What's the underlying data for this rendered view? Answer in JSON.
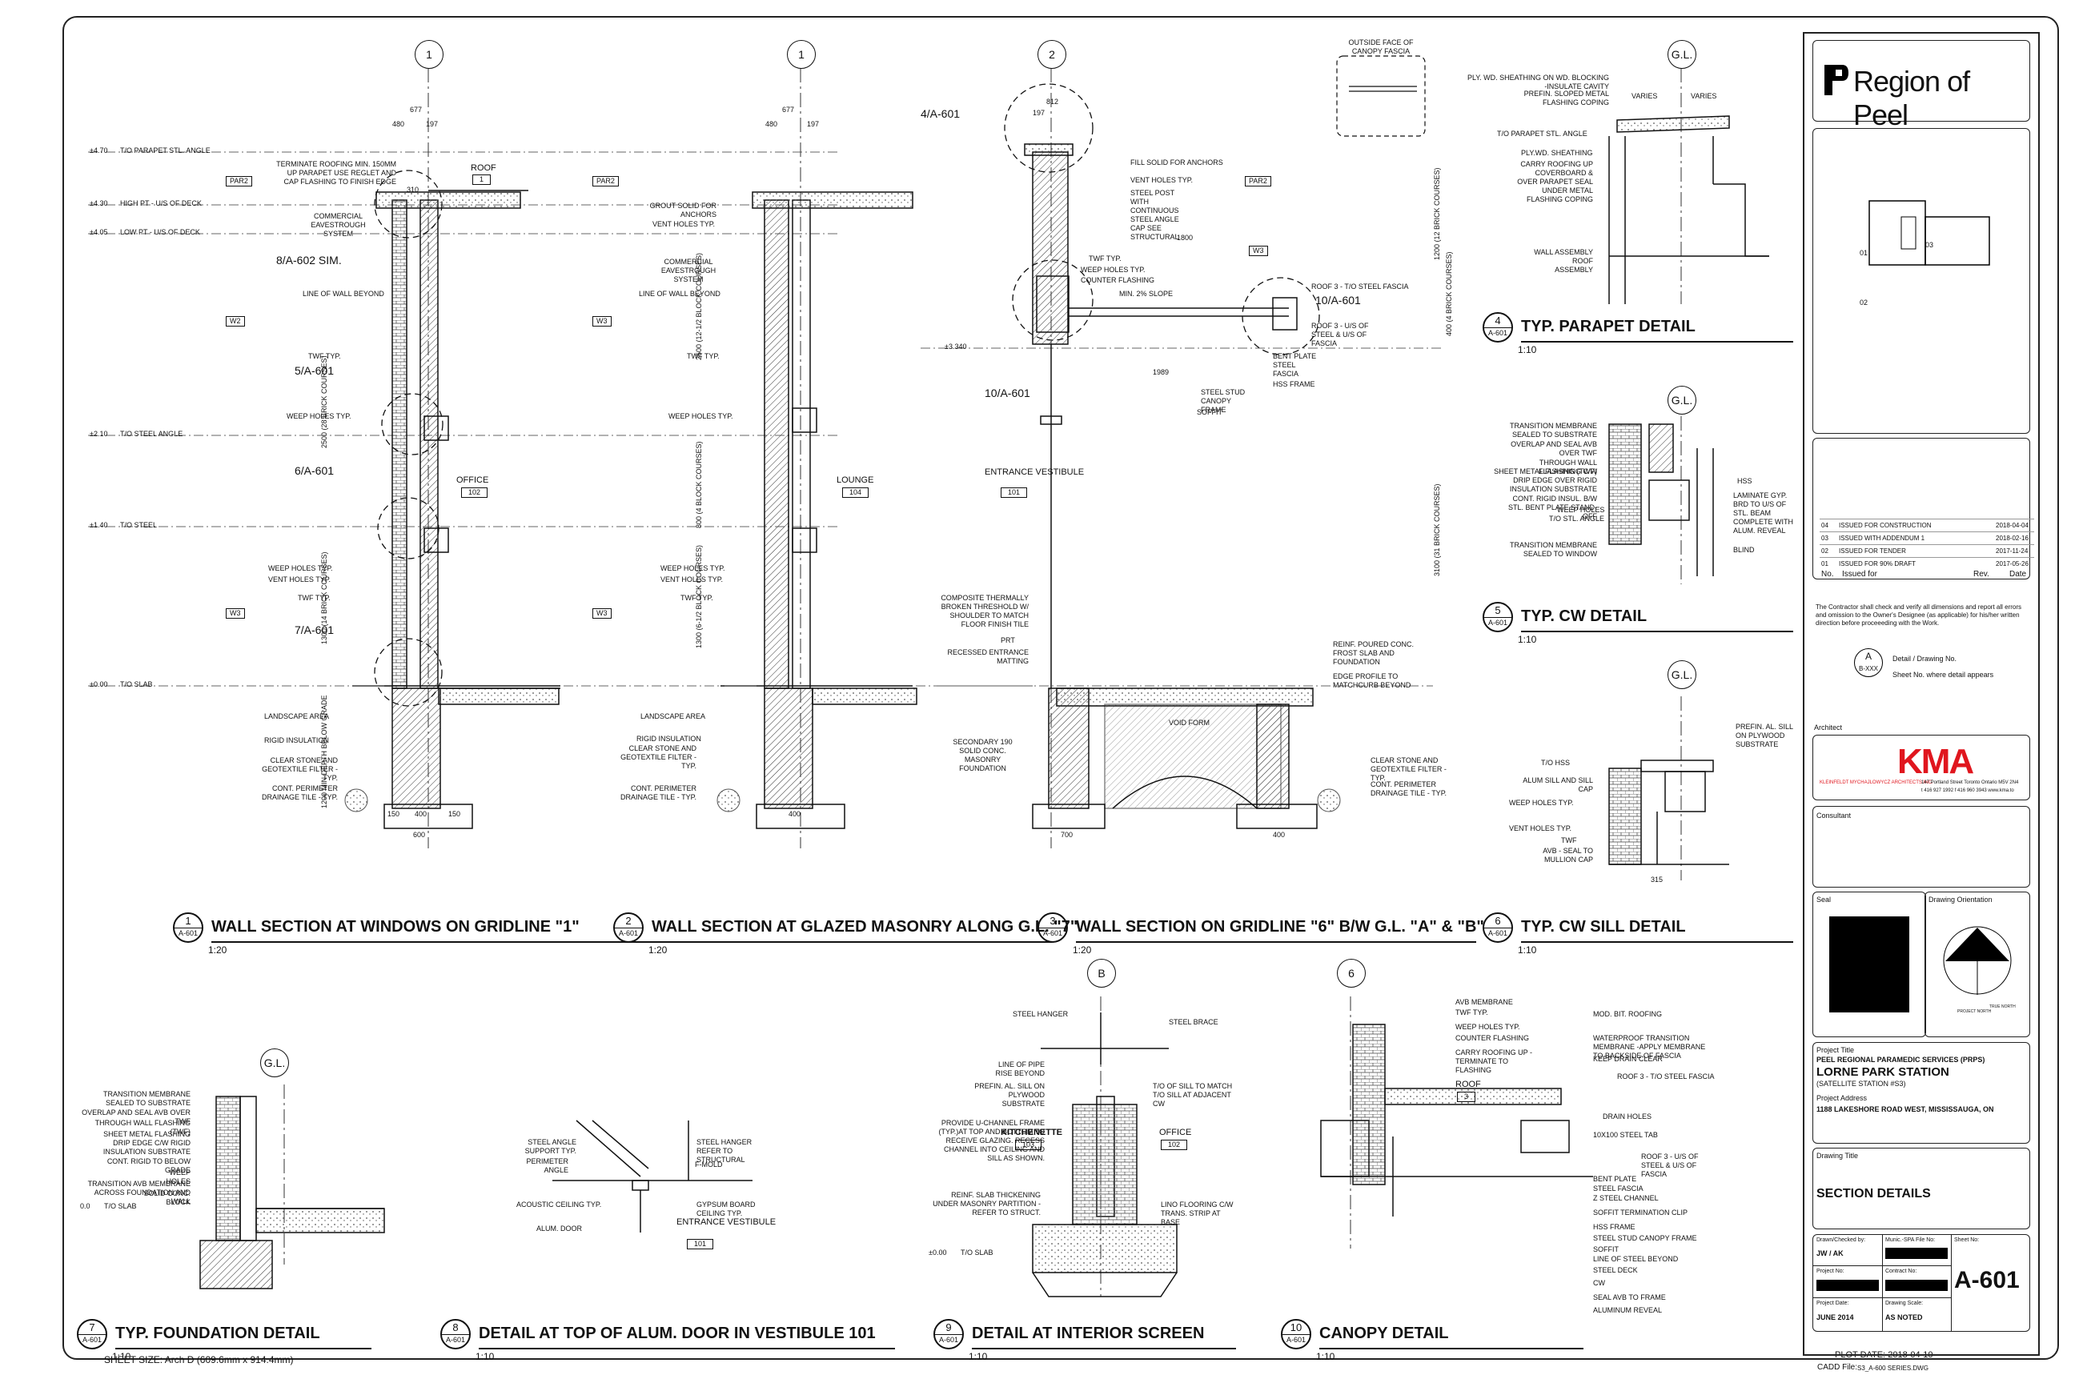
{
  "sheet": {
    "number": "A-601",
    "title": "SECTION DETAILS",
    "size": "SHEET SIZE: Arch D (609.6mm  x  914.4mm)",
    "plot_date": "PLOT DATE: 2018-04-10",
    "cadd_file_label": "CADD File:",
    "cadd_file": "S3_A-600 SERIES.DWG"
  },
  "client": {
    "name": "Region of Peel"
  },
  "project": {
    "title_label": "Project Title",
    "line1": "PEEL REGIONAL PARAMEDIC SERVICES (PRPS)",
    "name": "LORNE PARK STATION",
    "sub": "(SATELLITE STATION #S3)",
    "address_label": "Project Address",
    "address": "1188 LAKESHORE ROAD WEST, MISSISSAUGA, ON"
  },
  "architect": {
    "label": "Architect",
    "logo": "KMA",
    "firm": "KLEINFELDT MYCHAJLOWYCZ ARCHITECTS INC.",
    "address": "147 Portland Street  Toronto Ontario  M5V 2N4",
    "phone": "t 416 927 1992   f 416 960 3943   www.kma.to"
  },
  "consultant_label": "Consultant",
  "seal_label": "Seal",
  "orientation_label": "Drawing Orientation",
  "orientation_marks": [
    "PROJECT NORTH",
    "TRUE NORTH"
  ],
  "drawing_title_label": "Drawing Title",
  "fields": {
    "drawn_label": "Drawn/Checked by:",
    "drawn": "JW / AK",
    "munic_label": "Munic.-SPA File No:",
    "sheet_label": "Sheet No:",
    "project_no_label": "Project No:",
    "contract_label": "Contract No:",
    "date_label": "Project Date:",
    "date": "JUNE 2014",
    "scale_label": "Drawing Scale:",
    "scale": "AS NOTED"
  },
  "revisions": [
    {
      "no": "04",
      "desc": "ISSUED FOR CONSTRUCTION",
      "date": "2018-04-04"
    },
    {
      "no": "03",
      "desc": "ISSUED WITH ADDENDUM 1",
      "date": "2018-02-16"
    },
    {
      "no": "02",
      "desc": "ISSUED FOR TENDER",
      "date": "2017-11-24"
    },
    {
      "no": "01",
      "desc": "ISSUED FOR 90% DRAFT",
      "date": "2017-05-26"
    }
  ],
  "rev_headers": {
    "no": "No.",
    "issued": "Issued for",
    "rev": "Rev.",
    "date": "Date"
  },
  "contractor_note": "The Contractor shall check and verify all dimensions and report  all errors and omission to the Owner's Designee (as applicable) for his/her written direction before proceeeding with the Work.",
  "legend": {
    "letter": "A",
    "ref": "B-XXX",
    "detail": "Detail / Drawing No.",
    "sheet": "Sheet No. where detail appears"
  },
  "keyplan": [
    "01",
    "02",
    "03"
  ],
  "details": [
    {
      "n": "1",
      "ref": "A-601",
      "name": "WALL SECTION AT WINDOWS ON GRIDLINE \"1\"",
      "scale": "1:20"
    },
    {
      "n": "2",
      "ref": "A-601",
      "name": "WALL SECTION AT GLAZED MASONRY ALONG G.L. \"7\"",
      "scale": "1:20"
    },
    {
      "n": "3",
      "ref": "A-601",
      "name": "WALL SECTION ON GRIDLINE \"6\" B/W G.L. \"A\" & \"B\"",
      "scale": "1:20"
    },
    {
      "n": "4",
      "ref": "A-601",
      "name": "TYP. PARAPET DETAIL",
      "scale": "1:10"
    },
    {
      "n": "5",
      "ref": "A-601",
      "name": "TYP. CW DETAIL",
      "scale": "1:10"
    },
    {
      "n": "6",
      "ref": "A-601",
      "name": "TYP. CW SILL DETAIL",
      "scale": "1:10"
    },
    {
      "n": "7",
      "ref": "A-601",
      "name": "TYP. FOUNDATION DETAIL",
      "scale": "1:10"
    },
    {
      "n": "8",
      "ref": "A-601",
      "name": "DETAIL AT TOP OF ALUM. DOOR IN VESTIBULE 101",
      "scale": "1:10"
    },
    {
      "n": "9",
      "ref": "A-601",
      "name": "DETAIL AT INTERIOR SCREEN",
      "scale": "1:10"
    },
    {
      "n": "10",
      "ref": "A-601",
      "name": "CANOPY DETAIL",
      "scale": "1:10"
    }
  ],
  "gridlines": [
    "1",
    "1",
    "2",
    "G.L.",
    "G.L.",
    "G.L.",
    "G.L.",
    "B",
    "6"
  ],
  "levels": [
    "T/O PARAPET STL. ANGLE",
    "HIGH PT - U/S OF DECK",
    "LOW PT - U/S OF DECK",
    "T/O STEEL ANGLE",
    "T/O STEEL",
    "T/O SLAB",
    "T/O SLAB",
    "T/O SLAB"
  ],
  "level_values": [
    "±4.70",
    "±4.30",
    "±4.05",
    "±2.10",
    "±1.40",
    "±0.00",
    "±3.340",
    "0.0",
    "±0.00"
  ],
  "rooms": [
    {
      "name": "OFFICE",
      "no": "102"
    },
    {
      "name": "LOUNGE",
      "no": "104"
    },
    {
      "name": "ENTRANCE VESTIBULE",
      "no": "101"
    },
    {
      "name": "ROOF",
      "no": "1"
    },
    {
      "name": "OFFICE",
      "no": "102"
    },
    {
      "name": "KITCHENETTE",
      "no": "103"
    },
    {
      "name": "ENTRANCE VESTIBULE",
      "no": "101"
    },
    {
      "name": "ROOF",
      "no": "3"
    }
  ],
  "notes1": [
    "TERMINATE ROOFING MIN. 150MM UP PARAPET USE REGLET AND CAP FLASHING TO FINISH EDGE",
    "COMMERCIAL EAVESTROUGH SYSTEM",
    "8/A-602 SIM.",
    "LINE OF WALL BEYOND",
    "TWF TYP.",
    "5/A-601",
    "WEEP HOLES TYP.",
    "6/A-601",
    "WEEP HOLES TYP.",
    "VENT HOLES TYP.",
    "TWF TYP.",
    "7/A-601",
    "LANDSCAPE AREA",
    "RIGID INSULATION",
    "CLEAR STONE AND GEOTEXTILE FILTER - TYP.",
    "CONT. PERIMETER DRAINAGE TILE - TYP."
  ],
  "notes2": [
    "GROUT SOLID FOR ANCHORS",
    "VENT HOLES TYP.",
    "COMMERCIAL EAVESTROUGH SYSTEM",
    "LINE OF WALL BEYOND",
    "TWF TYP.",
    "WEEP HOLES TYP.",
    "WEEP HOLES TYP.",
    "VENT HOLES TYP.",
    "TWF TYP.",
    "LANDSCAPE AREA",
    "RIGID INSULATION",
    "CLEAR STONE AND GEOTEXTILE FILTER - TYP.",
    "CONT. PERIMETER DRAINAGE TILE - TYP."
  ],
  "notes3": [
    "4/A-601",
    "FILL SOLID FOR ANCHORS",
    "VENT HOLES TYP.",
    "STEEL POST WITH CONTINUOUS STEEL ANGLE CAP SEE STRUCTURAL",
    "TWF TYP.",
    "WEEP HOLES TYP.",
    "COUNTER FLASHING",
    "MIN. 2% SLOPE",
    "ROOF 3 - T/O STEEL FASCIA",
    "10/A-601",
    "ROOF 3 - U/S OF STEEL & U/S OF FASCIA",
    "BENT PLATE STEEL FASCIA",
    "HSS FRAME",
    "STEEL STUD CANOPY FRAME",
    "SOFFIT",
    "10/A-601",
    "COMPOSITE THERMALLY BROKEN THRESHOLD W/ SHOULDER TO MATCH FLOOR FINISH TILE",
    "PRT",
    "RECESSED ENTRANCE MATTING",
    "REINF. POURED CONC. FROST SLAB AND FOUNDATION",
    "EDGE PROFILE TO MATCHCURB BEYOND",
    "VOID FORM",
    "SECONDARY 190 SOLID CONC. MASONRY FOUNDATION",
    "CLEAR STONE AND GEOTEXTILE FILTER - TYP.",
    "CONT. PERIMETER DRAINAGE TILE - TYP."
  ],
  "notes4": [
    "OUTSIDE FACE OF CANOPY FASCIA",
    "PLY. WD. SHEATHING ON WD. BLOCKING -INSULATE CAVITY",
    "PREFIN. SLOPED METAL FLASHING COPING",
    "VARIES",
    "VARIES",
    "T/O PARAPET STL. ANGLE",
    "PLY.WD. SHEATHING",
    "CARRY ROOFING UP COVERBOARD & OVER PARAPET SEAL UNDER METAL FLASHING COPING",
    "WALL ASSEMBLY ROOF ASSEMBLY"
  ],
  "notes5": [
    "TRANSITION MEMBRANE SEALED TO SUBSTRATE",
    "OVERLAP AND SEAL AVB OVER TWF",
    "THROUGH WALL FLASHING (TWF)",
    "SHEET METAL FLASHING C/W DRIP EDGE OVER RIGID INSULATION SUBSTRATE",
    "CONT. RIGID INSUL. B/W STL. BENT PLATE STAND-OFF",
    "WEEP HOLES",
    "T/O STL. ANGLE",
    "TRANSITION MEMBRANE SEALED TO WINDOW",
    "HSS",
    "LAMINATE GYP. BRD TO U/S OF STL. BEAM COMPLETE WITH ALUM. REVEAL",
    "BLIND"
  ],
  "notes6": [
    "T/O HSS",
    "ALUM SILL AND SILL CAP",
    "WEEP HOLES TYP.",
    "VENT HOLES TYP.",
    "TWF",
    "AVB - SEAL TO MULLION CAP",
    "PREFIN. AL. SILL ON PLYWOOD SUBSTRATE"
  ],
  "notes7": [
    "TRANSITION MEMBRANE SEALED TO SUBSTRATE",
    "OVERLAP AND SEAL AVB OVER TWF",
    "THROUGH WALL FLASHING (TWF)",
    "SHEET METAL FLASHING DRIP EDGE C/W RIGID INSULATION SUBSTRATE",
    "CONT. RIGID TO BELOW GRADE",
    "WEEP HOLES",
    "TRANSITION AVB MEMBRANE ACROSS FOUNDATION AND WALL",
    "SOLID CONC. BLOCK",
    "T/O SLAB"
  ],
  "notes8": [
    "STEEL ANGLE SUPPORT TYP.",
    "PERIMETER ANGLE",
    "ACOUSTIC CEILING TYP.",
    "ALUM. DOOR",
    "STEEL HANGER REFER TO STRUCTURAL",
    "F-MOLD",
    "GYPSUM BOARD CEILING TYP."
  ],
  "notes9": [
    "STEEL HANGER",
    "STEEL BRACE",
    "LINE OF PIPE RISE BEYOND",
    "PREFIN. AL. SILL ON PLYWOOD SUBSTRATE",
    "T/O OF SILL TO MATCH T/O SILL AT ADJACENT CW",
    "PROVIDE U-CHANNEL FRAME (TYP.)AT TOP AND BOTTOM TO RECEIVE GLAZING. RECESS CHANNEL INTO CEILING AND SILL AS SHOWN.",
    "REINF. SLAB THICKENING UNDER MASONRY PARTITION -REFER TO STRUCT.",
    "LINO FLOORING C/W TRANS. STRIP AT BASE"
  ],
  "notes10": [
    "AVB MEMBRANE",
    "TWF TYP.",
    "WEEP HOLES TYP.",
    "COUNTER FLASHING",
    "CARRY ROOFING UP -TERMINATE TO FLASHING",
    "MOD. BIT. ROOFING",
    "WATERPROOF TRANSITION MEMBRANE -APPLY MEMBRANE TO BACKSIDE OF FASCIA",
    "KEEP DRAIN CLEAR",
    "ROOF 3 - T/O STEEL FASCIA",
    "DRAIN HOLES",
    "10X100 STEEL TAB",
    "ROOF 3 - U/S OF STEEL & U/S OF FASCIA",
    "BENT PLATE",
    "STEEL FASCIA",
    "Z STEEL CHANNEL",
    "SOFFIT TERMINATION CLIP",
    "HSS FRAME",
    "STEEL STUD CANOPY FRAME",
    "SOFFIT",
    "LINE OF STEEL BEYOND",
    "STEEL DECK",
    "CW",
    "SEAL AVB TO FRAME",
    "ALUMINUM REVEAL"
  ],
  "dims": [
    "677",
    "480",
    "197",
    "310",
    "677",
    "480",
    "197",
    "812",
    "197",
    "1800",
    "1989",
    "150",
    "400",
    "150",
    "600",
    "400",
    "700",
    "400",
    "315",
    "2500 (28 BRICK COURSES)",
    "1300 (14 BRICK COURSES)",
    "1200 MIN DEPTH BELOW GRADE",
    "2500 (12-1/2 BLOCK COURSES)",
    "800 (4 BLOCK COURSES)",
    "1300 (6-1/2 BLOCK COURSES)",
    "1200 (12 BRICK COURSES)",
    "3100 (31 BRICK COURSES)",
    "400 (4 BRICK COURSES)"
  ],
  "tags": [
    "PAR2",
    "PAR2",
    "PAR2",
    "W2",
    "W3",
    "W3",
    "W3",
    "W3"
  ]
}
